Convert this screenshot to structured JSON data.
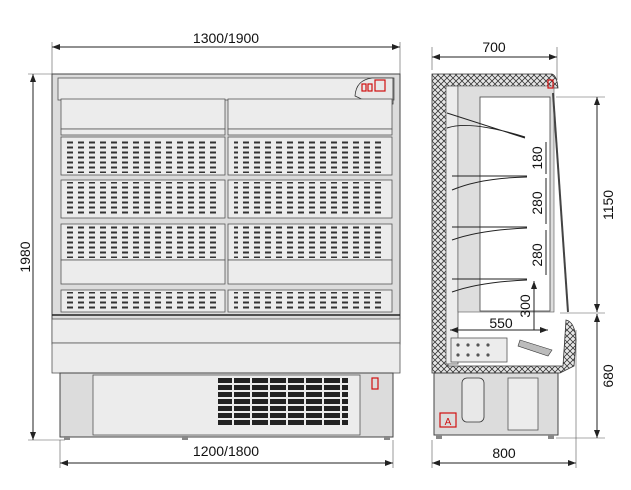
{
  "front_view": {
    "overall_width_label": "1300/1900",
    "height_label": "1980",
    "base_width_label": "1200/1800"
  },
  "side_view": {
    "depth_top_label": "700",
    "depth_bottom_label": "800",
    "display_height_label": "1150",
    "base_height_label": "680",
    "shelf_spacing_labels": [
      "180",
      "280",
      "280",
      "300"
    ],
    "shelf_depth_label": "550",
    "marker_label": "A"
  },
  "colors": {
    "body": "#dcdcdc",
    "line": "#222222",
    "accent": "#d01010"
  }
}
